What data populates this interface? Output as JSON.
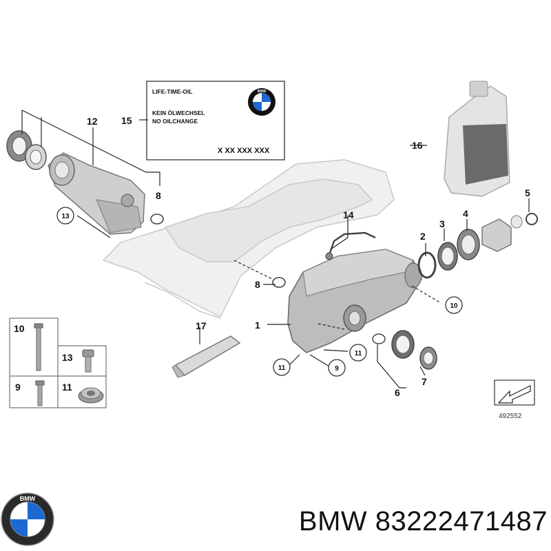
{
  "label_box": {
    "line1": "LIFE-TIME-OIL",
    "line2": "KEIN ÖLWECHSEL",
    "line3": "NO OILCHANGE",
    "code": "X XX XXX XXX",
    "badge_text": "BMW"
  },
  "callouts": {
    "c1": "1",
    "c2": "2",
    "c3": "3",
    "c4": "4",
    "c5": "5",
    "c6": "6",
    "c7": "7",
    "c8a": "8",
    "c8b": "8",
    "c9a": "9",
    "c10a": "10",
    "c11a": "11",
    "c11b": "11",
    "c12": "12",
    "c13a": "13",
    "c14": "14",
    "c15": "15",
    "c16": "16",
    "c17": "17"
  },
  "legend": {
    "r1": "10",
    "r2a": "13",
    "r3a": "9",
    "r3b": "11"
  },
  "image_number": "492552",
  "logo_text": "BMW",
  "caption": "BMW 83222471487",
  "colors": {
    "part_fill": "#d9d9d9",
    "part_stroke": "#9a9a9a",
    "bmw_blue": "#1c69d4",
    "text": "#111111"
  }
}
